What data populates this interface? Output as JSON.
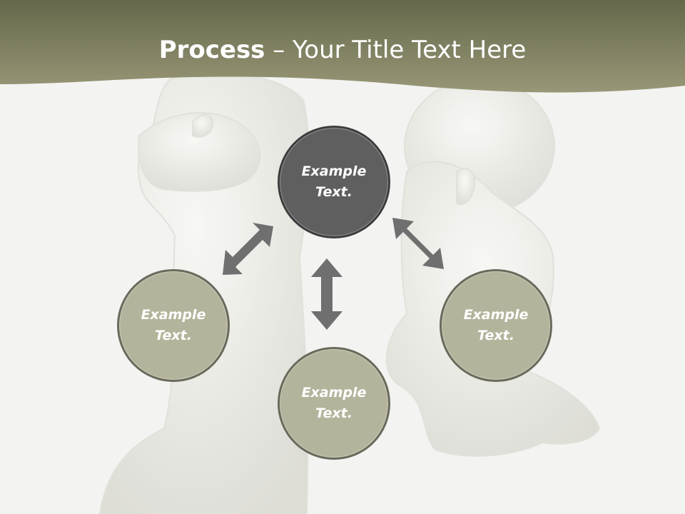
{
  "title": {
    "bold": "Process",
    "rest": " – Your Title Text Here"
  },
  "nodes": {
    "top": "Example Text.",
    "left": "Example Text.",
    "right": "Example Text.",
    "bottom": "Example Text."
  },
  "colors": {
    "header": "#8c8c6c",
    "node_dark": "#5f5f5f",
    "node_light": "#b4b49c",
    "arrow": "#6f6f6f"
  }
}
